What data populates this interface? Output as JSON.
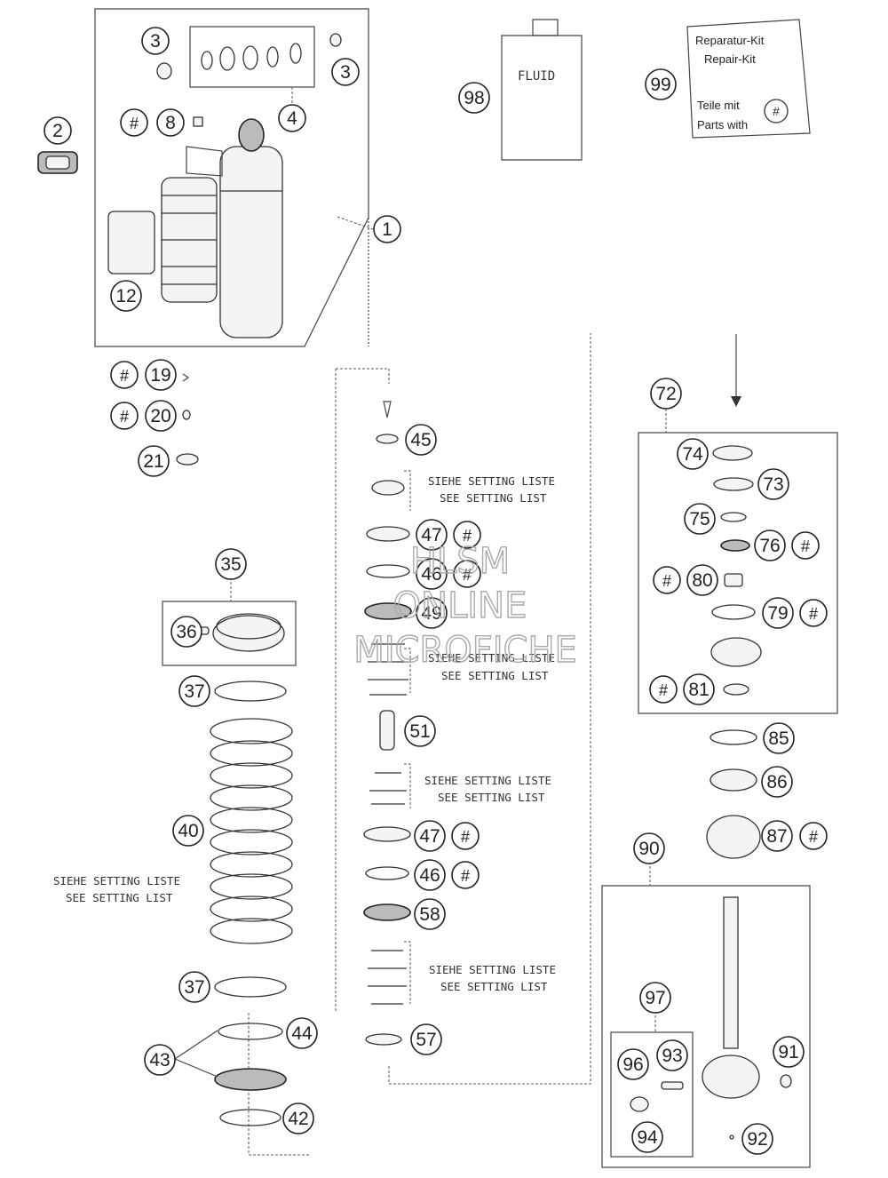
{
  "watermark": {
    "line1": "HLSM",
    "line2": "ONLINE",
    "line3": "MICROFICHE"
  },
  "parts": [
    {
      "id": "c1",
      "text": "1"
    },
    {
      "id": "c2",
      "text": "2"
    },
    {
      "id": "c3a",
      "text": "3"
    },
    {
      "id": "c3b",
      "text": "3"
    },
    {
      "id": "c4",
      "text": "4"
    },
    {
      "id": "c8h",
      "text": "#"
    },
    {
      "id": "c8",
      "text": "8"
    },
    {
      "id": "c12",
      "text": "12"
    },
    {
      "id": "c19h",
      "text": "#"
    },
    {
      "id": "c19",
      "text": "19"
    },
    {
      "id": "c20h",
      "text": "#"
    },
    {
      "id": "c20",
      "text": "20"
    },
    {
      "id": "c21",
      "text": "21"
    },
    {
      "id": "c35",
      "text": "35"
    },
    {
      "id": "c36",
      "text": "36"
    },
    {
      "id": "c37a",
      "text": "37"
    },
    {
      "id": "c40",
      "text": "40"
    },
    {
      "id": "c37b",
      "text": "37"
    },
    {
      "id": "c43",
      "text": "43"
    },
    {
      "id": "c44",
      "text": "44"
    },
    {
      "id": "c42",
      "text": "42"
    },
    {
      "id": "c45",
      "text": "45"
    },
    {
      "id": "c47a",
      "text": "47"
    },
    {
      "id": "c47ah",
      "text": "#"
    },
    {
      "id": "c46a",
      "text": "46"
    },
    {
      "id": "c46ah",
      "text": "#"
    },
    {
      "id": "c49",
      "text": "49"
    },
    {
      "id": "c51",
      "text": "51"
    },
    {
      "id": "c47b",
      "text": "47"
    },
    {
      "id": "c47bh",
      "text": "#"
    },
    {
      "id": "c46b",
      "text": "46"
    },
    {
      "id": "c46bh",
      "text": "#"
    },
    {
      "id": "c58",
      "text": "58"
    },
    {
      "id": "c57",
      "text": "57"
    },
    {
      "id": "c72",
      "text": "72"
    },
    {
      "id": "c74",
      "text": "74"
    },
    {
      "id": "c73",
      "text": "73"
    },
    {
      "id": "c75",
      "text": "75"
    },
    {
      "id": "c76",
      "text": "76"
    },
    {
      "id": "c76h",
      "text": "#"
    },
    {
      "id": "c80h",
      "text": "#"
    },
    {
      "id": "c80",
      "text": "80"
    },
    {
      "id": "c79",
      "text": "79"
    },
    {
      "id": "c79h",
      "text": "#"
    },
    {
      "id": "c81h",
      "text": "#"
    },
    {
      "id": "c81",
      "text": "81"
    },
    {
      "id": "c85",
      "text": "85"
    },
    {
      "id": "c86",
      "text": "86"
    },
    {
      "id": "c87",
      "text": "87"
    },
    {
      "id": "c87h",
      "text": "#"
    },
    {
      "id": "c90",
      "text": "90"
    },
    {
      "id": "c91",
      "text": "91"
    },
    {
      "id": "c97",
      "text": "97"
    },
    {
      "id": "c96",
      "text": "96"
    },
    {
      "id": "c93",
      "text": "93"
    },
    {
      "id": "c94",
      "text": "94"
    },
    {
      "id": "c92",
      "text": "92"
    },
    {
      "id": "c98",
      "text": "98"
    },
    {
      "id": "c99",
      "text": "99"
    }
  ],
  "notes": {
    "setting_de": "SIEHE SETTING LISTE",
    "setting_en": "SEE SETTING LIST"
  },
  "fluid_label": "FLUID",
  "repair_kit": {
    "line1": "Reparatur-Kit",
    "line2": "Repair-Kit",
    "line3": "Teile mit",
    "line4": "Parts with",
    "hash": "#"
  }
}
